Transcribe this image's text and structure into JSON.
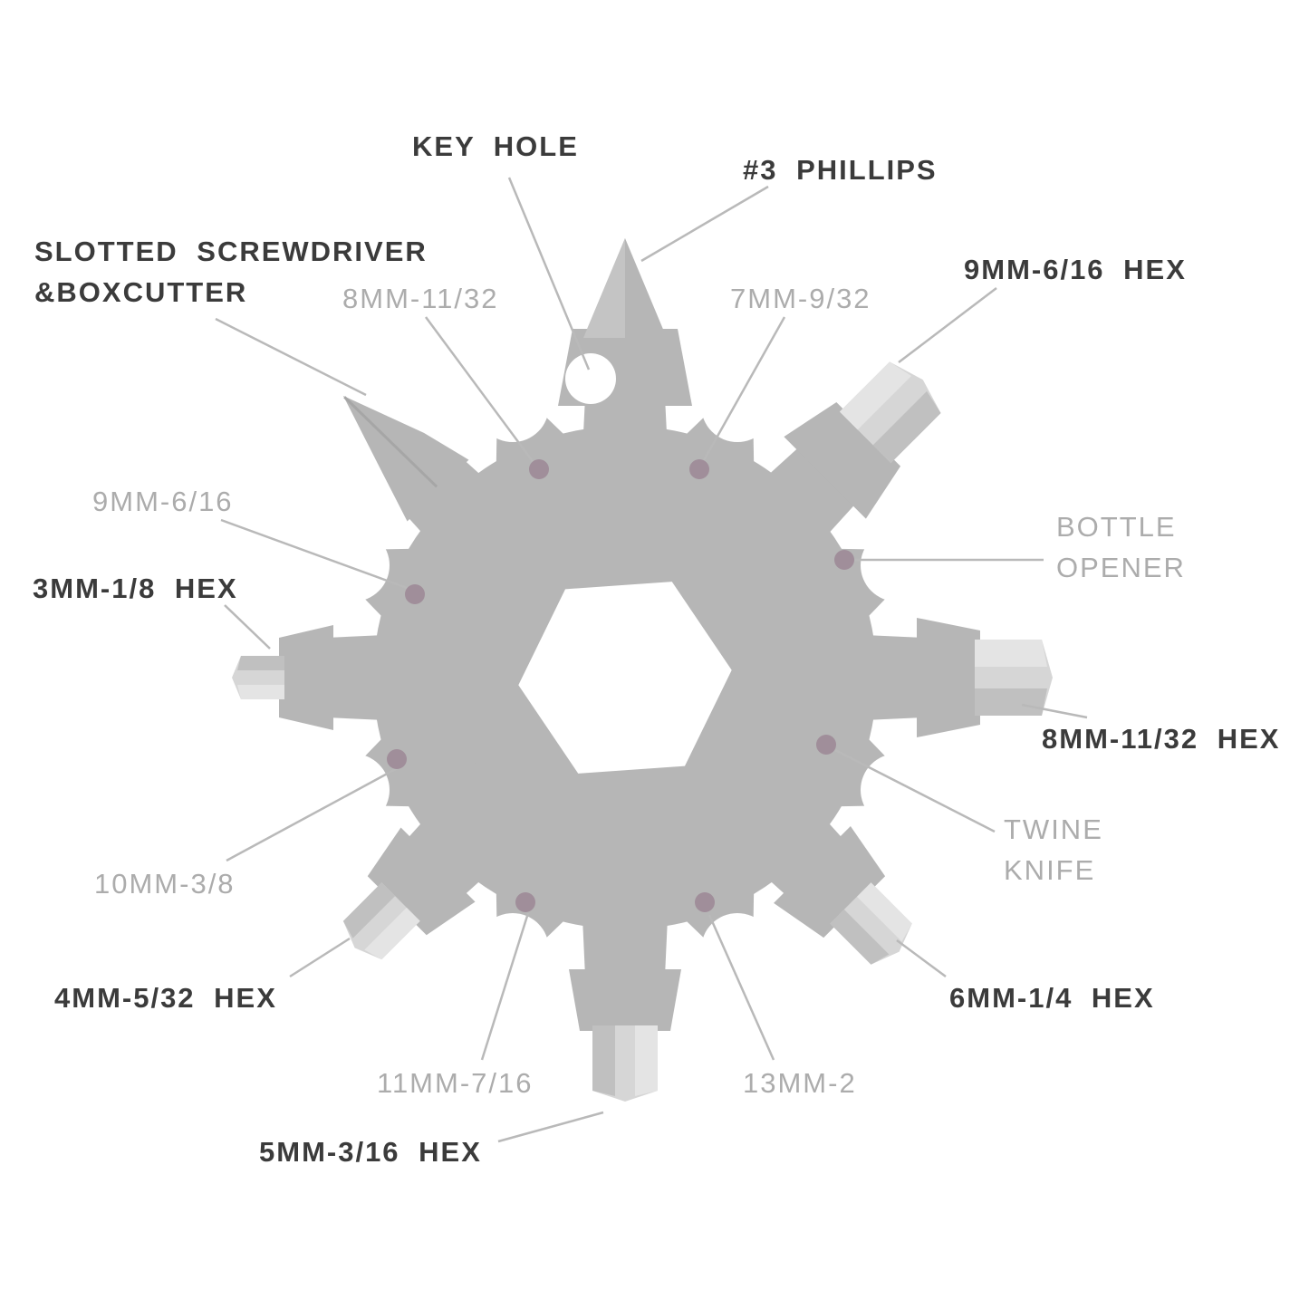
{
  "diagram": {
    "colors": {
      "body": "#b6b6b6",
      "bit_light": "#d6d6d6",
      "bit_shadow": "#c0c0c0",
      "bit_highlight": "#e4e4e4",
      "dot": "#a08e9a",
      "line": "#b9b9b9",
      "label_dark": "#3b3b3b",
      "label_gray": "#acacac",
      "background": "#ffffff"
    },
    "labels": {
      "key_hole": "KEY HOLE",
      "phillips": "#3 PHILLIPS",
      "slotted_boxcutter": "SLOTTED SCREWDRIVER\n&BOXCUTTER",
      "hex_9mm": "9MM-6/16 HEX",
      "wrench_8mm": "8MM-11/32",
      "wrench_7mm": "7MM-9/32",
      "wrench_9mm": "9MM-6/16",
      "bottle_opener": "BOTTLE\nOPENER",
      "hex_3mm": "3MM-1/8 HEX",
      "hex_8mm": "8MM-11/32 HEX",
      "wrench_10mm": "10MM-3/8",
      "twine_knife": "TWINE\nKNIFE",
      "hex_4mm": "4MM-5/32 HEX",
      "hex_6mm": "6MM-1/4 HEX",
      "wrench_11mm": "11MM-7/16",
      "wrench_13mm": "13MM-2",
      "hex_5mm": "5MM-3/16 HEX"
    }
  }
}
